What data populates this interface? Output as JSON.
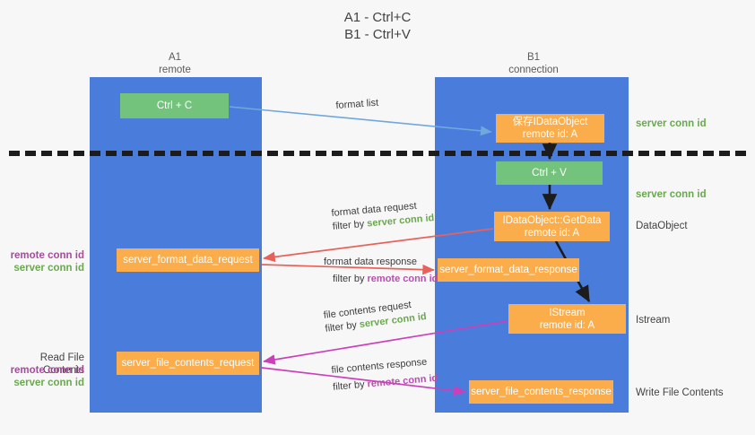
{
  "title": {
    "line1": "A1 - Ctrl+C",
    "line2": "B1 - Ctrl+V"
  },
  "columns": {
    "left": {
      "name": "A1",
      "subtitle": "remote"
    },
    "right": {
      "name": "B1",
      "subtitle": "connection"
    }
  },
  "colors": {
    "lane": "#4a7ddb",
    "green_node": "#74c37c",
    "orange_node": "#fbad4c",
    "server_conn_text": "#6aa84f",
    "remote_conn_text": "#a64d9a",
    "arrow_blue": "#6fa8dc",
    "arrow_red": "#e8625a",
    "arrow_magenta": "#cc3fbb",
    "arrow_black": "#1c1c1c",
    "background": "#f7f7f7"
  },
  "nodes": {
    "ctrl_c": {
      "label": "Ctrl + C",
      "type": "green"
    },
    "idataobject": {
      "line1": "保存IDataObject",
      "line2": "remote id: A",
      "type": "orange"
    },
    "ctrl_v": {
      "label": "Ctrl + V",
      "type": "green"
    },
    "getdata": {
      "line1": "IDataObject::GetData",
      "line2": "remote id: A",
      "type": "orange"
    },
    "istream": {
      "line1": "IStream",
      "line2": "remote id: A",
      "type": "orange"
    },
    "server_format_data_request": {
      "label": "server_format_data_request",
      "type": "orange"
    },
    "server_format_data_response": {
      "label": "server_format_data_response",
      "type": "orange"
    },
    "server_file_contents_request": {
      "label": "server_file_contents_request",
      "type": "orange"
    },
    "server_file_contents_response": {
      "label": "server_file_contents_response",
      "type": "orange"
    }
  },
  "arrow_labels": {
    "format_list": {
      "text": "format list"
    },
    "format_data_request": {
      "line1": "format data request",
      "prefix": "filter by ",
      "highlight": "server conn id"
    },
    "format_data_response": {
      "line1": "format data response",
      "prefix": "filter by ",
      "highlight": "remote conn id"
    },
    "file_contents_request": {
      "line1": "file contents request",
      "prefix": "filter by ",
      "highlight": "server conn id"
    },
    "file_contents_response": {
      "line1": "file contents response",
      "prefix": "filter by ",
      "highlight": "remote conn id"
    }
  },
  "right_labels": {
    "server_conn_id_top": "server conn id",
    "server_conn_id_mid": "server conn id",
    "data_object": "DataObject",
    "istream": "Istream",
    "write_file_contents": "Write File Contents"
  },
  "left_labels": {
    "remote_conn_id_1": "remote conn id",
    "server_conn_id_1": "server conn id",
    "read_file_contents": "Read File Contents",
    "remote_conn_id_2": "remote conn id",
    "server_conn_id_2": "server conn id"
  }
}
